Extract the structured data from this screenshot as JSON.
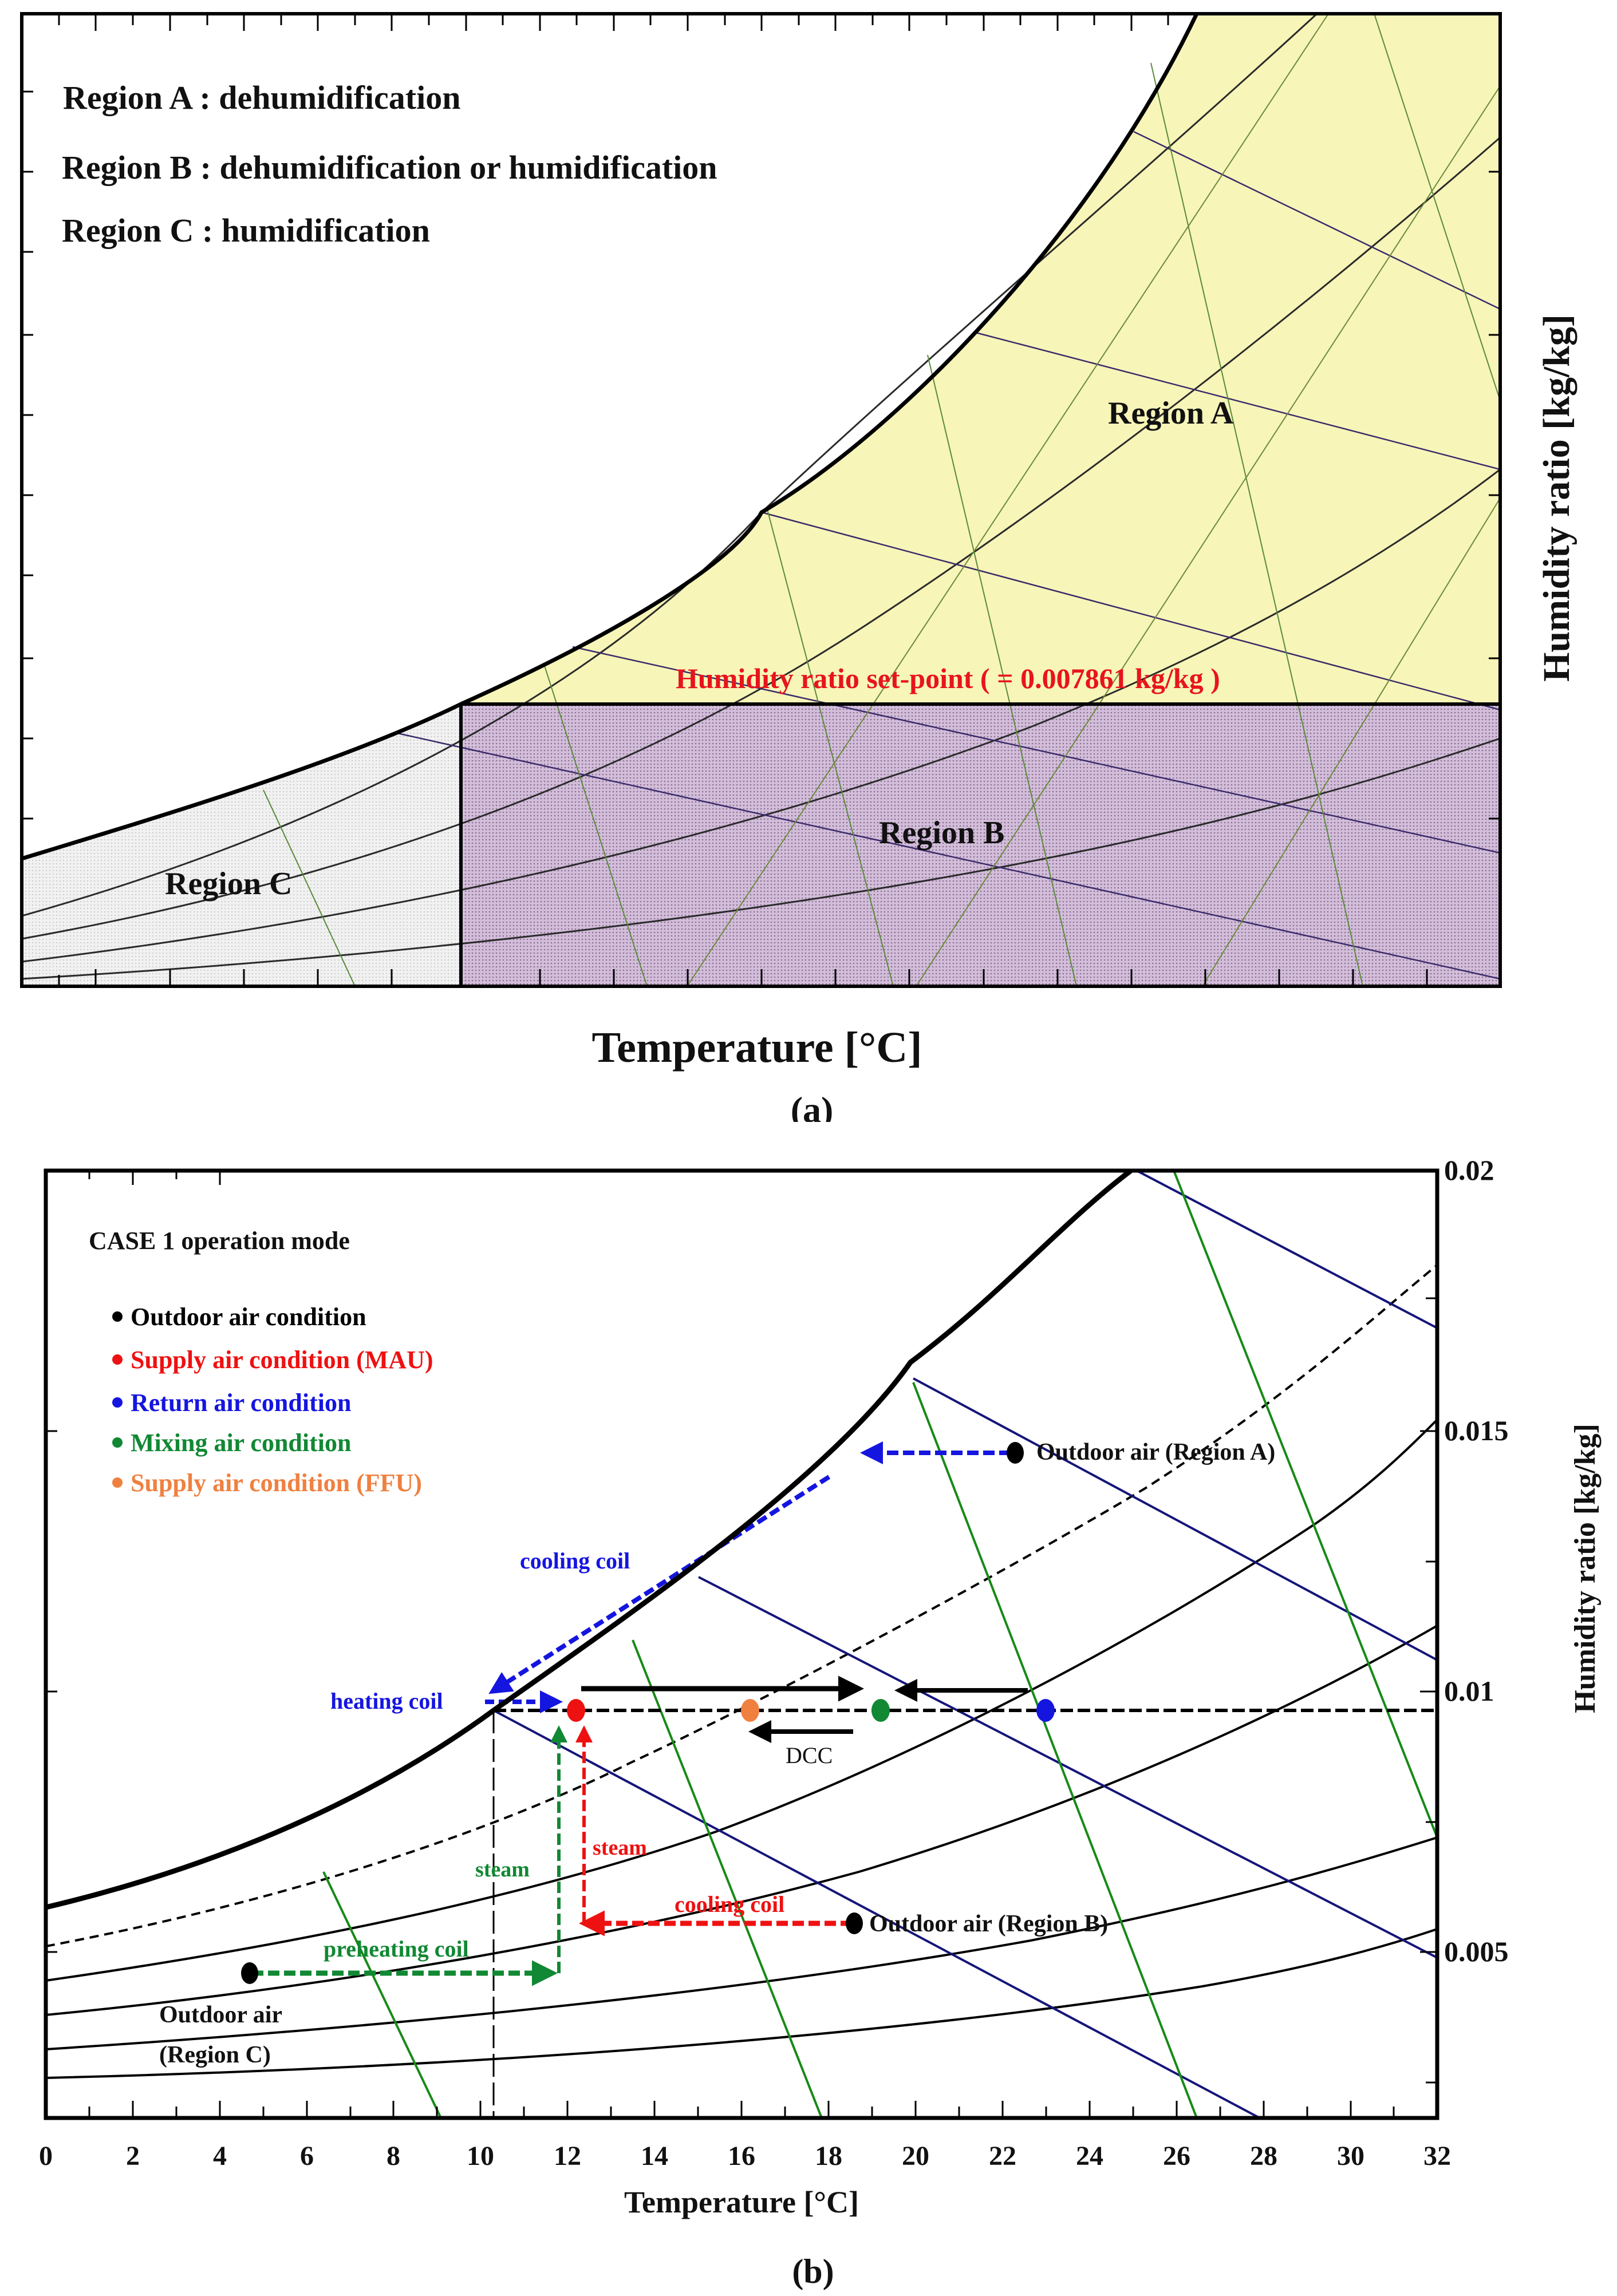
{
  "figure": {
    "panel_a_caption": "(a)",
    "panel_b_caption": "(b)"
  },
  "chart_data": [
    {
      "type": "scatter",
      "panel": "a",
      "title": "",
      "xlabel": "Temperature [°C]",
      "ylabel": "Humidity ratio [kg/kg]",
      "grid": false,
      "legend_notes": [
        "Region A : dehumidification",
        "Region B : dehumidification or humidification",
        "Region C : humidification"
      ],
      "regions": [
        {
          "name": "Region A",
          "label": "Region A",
          "fill": "#f7f5b8",
          "description": "above humidity ratio set-point, under saturation curve"
        },
        {
          "name": "Region B",
          "label": "Region B",
          "fill": "#cdb8d4",
          "description": "below set-point, temperature above set-point dew point"
        },
        {
          "name": "Region C",
          "label": "Region C",
          "fill": "#ececec",
          "description": "below set-point, temperature below set-point dew point"
        }
      ],
      "annotations": [
        {
          "text": "Humidity ratio set-point ( = 0.007861 kg/kg )",
          "color": "#e8141c"
        }
      ],
      "setpoint_humidity_ratio": 0.007861
    },
    {
      "type": "scatter",
      "panel": "b",
      "title": "CASE 1 operation mode",
      "xlabel": "Temperature [°C]",
      "ylabel": "Humidity ratio [kg/kg]",
      "xlim": [
        0,
        32
      ],
      "ylim": [
        0.0018,
        0.02
      ],
      "x_ticks": [
        "0",
        "2",
        "4",
        "6",
        "8",
        "10",
        "12",
        "14",
        "16",
        "18",
        "20",
        "22",
        "24",
        "26",
        "28",
        "30",
        "32"
      ],
      "y_ticks": [
        "0.005",
        "0.01",
        "0.015",
        "0.02"
      ],
      "grid": false,
      "legend_position": "upper-left",
      "legend": [
        {
          "label": "Outdoor air condition",
          "color": "#000000"
        },
        {
          "label": "Supply air condition (MAU)",
          "color": "#ee1111"
        },
        {
          "label": "Return air condition",
          "color": "#1515e0"
        },
        {
          "label": "Mixing air condition",
          "color": "#118833"
        },
        {
          "label": "Supply air condition (FFU)",
          "color": "#f08040"
        }
      ],
      "series": [
        {
          "name": "Outdoor air condition",
          "color": "#000000",
          "points": [
            {
              "label": "Outdoor air (Region A)",
              "x": 22.3,
              "y": 0.0138
            },
            {
              "label": "Outdoor air (Region B)",
              "x": 18.6,
              "y": 0.0041
            },
            {
              "label": "Outdoor air (Region C)",
              "x": 4.7,
              "y": 0.0029
            }
          ]
        },
        {
          "name": "Supply air condition (MAU)",
          "color": "#ee1111",
          "points": [
            {
              "x": 12.2,
              "y": 0.0078
            }
          ]
        },
        {
          "name": "Supply air condition (FFU)",
          "color": "#f08040",
          "points": [
            {
              "x": 16.2,
              "y": 0.0078
            }
          ]
        },
        {
          "name": "Mixing air condition",
          "color": "#118833",
          "points": [
            {
              "x": 19.2,
              "y": 0.0078
            }
          ]
        },
        {
          "name": "Return air condition",
          "color": "#1515e0",
          "points": [
            {
              "x": 23.0,
              "y": 0.0078
            }
          ]
        }
      ],
      "process_labels": [
        {
          "text": "cooling coil",
          "color": "#1515e0"
        },
        {
          "text": "heating coil",
          "color": "#1515e0"
        },
        {
          "text": "steam",
          "color": "#118833"
        },
        {
          "text": "steam",
          "color": "#ee1111"
        },
        {
          "text": "cooling coil",
          "color": "#ee1111"
        },
        {
          "text": "preheating coil",
          "color": "#118833"
        },
        {
          "text": "DCC",
          "color": "#000000"
        }
      ],
      "setpoint_humidity_ratio": 0.0078,
      "setpoint_dewpoint_temp": 10.3
    }
  ],
  "panel_a": {
    "notes": [
      "Region A : dehumidification",
      "Region B : dehumidification or humidification",
      "Region C : humidification"
    ],
    "region_a_label": "Region A",
    "region_b_label": "Region B",
    "region_c_label": "Region C",
    "setpoint_label": "Humidity ratio set-point ( = 0.007861 kg/kg )",
    "xlabel": "Temperature [°C]",
    "ylabel": "Humidity ratio [kg/kg]"
  },
  "panel_b": {
    "title": "CASE 1 operation mode",
    "legend": [
      {
        "text": "Outdoor air condition",
        "color": "#000000"
      },
      {
        "text": "Supply air condition (MAU)",
        "color": "#ee1111"
      },
      {
        "text": "Return air condition",
        "color": "#1515e0"
      },
      {
        "text": "Mixing air condition",
        "color": "#118833"
      },
      {
        "text": "Supply air condition (FFU)",
        "color": "#f08040"
      }
    ],
    "labels": {
      "outdoor_a": "Outdoor air (Region A)",
      "outdoor_b": "Outdoor air (Region B)",
      "outdoor_c_line1": "Outdoor air",
      "outdoor_c_line2": "(Region C)",
      "cooling_coil_blue": "cooling coil",
      "heating_coil": "heating coil",
      "steam_green": "steam",
      "steam_red": "steam",
      "cooling_coil_red": "cooling coil",
      "preheating_coil": "preheating coil",
      "dcc": "DCC"
    },
    "x_ticks": [
      "0",
      "2",
      "4",
      "6",
      "8",
      "10",
      "12",
      "14",
      "16",
      "18",
      "20",
      "22",
      "24",
      "26",
      "28",
      "30",
      "32"
    ],
    "y_ticks": [
      "0.005",
      "0.01",
      "0.015",
      "0.02"
    ],
    "xlabel": "Temperature [°C]",
    "ylabel": "Humidity ratio [kg/kg]"
  }
}
